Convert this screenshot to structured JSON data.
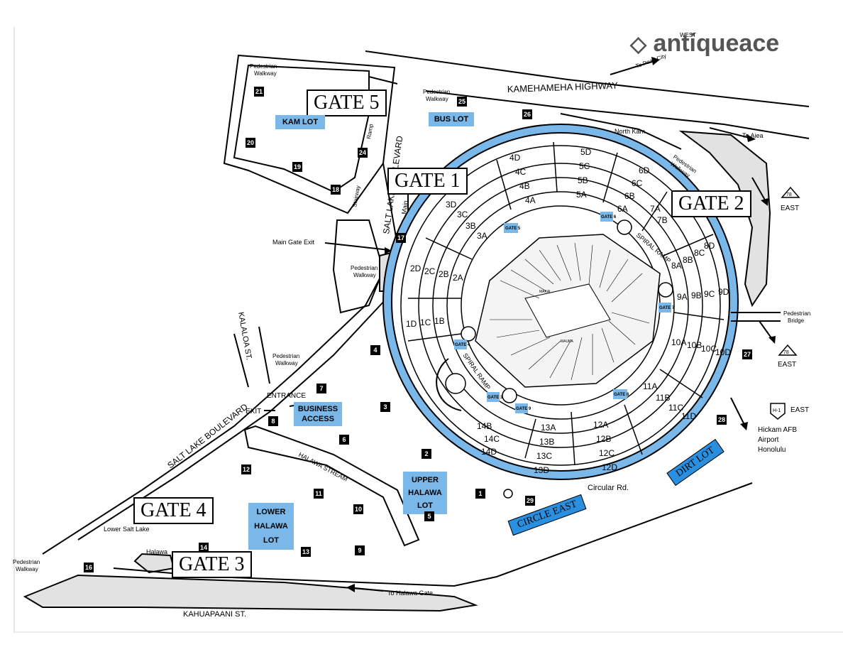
{
  "gates": {
    "gate1": "GATE 1",
    "gate2": "GATE 2",
    "gate3": "GATE 3",
    "gate4": "GATE 4",
    "gate5": "GATE 5"
  },
  "lots": {
    "kam": "KAM LOT",
    "bus": "BUS LOT",
    "business_access_1": "BUSINESS",
    "business_access_2": "ACCESS",
    "upper_halawa_1": "UPPER",
    "upper_halawa_2": "HALAWA",
    "upper_halawa_3": "LOT",
    "lower_halawa_1": "LOWER",
    "lower_halawa_2": "HALAWA",
    "lower_halawa_3": "LOT",
    "dirt": "DIRT LOT",
    "circle_east": "CIRCLE EAST"
  },
  "roads": {
    "kamehameha": "KAMEHAMEHA HIGHWAY",
    "salt_lake_upper": "SALT LAKE BOULEVARD",
    "salt_lake_lower": "SALT LAKE BOULEVARD",
    "kalaloa": "KALALOA ST.",
    "kahuapaani": "KAHUAPAANI ST.",
    "north_kam": "North Kam",
    "lower_salt_lake": "Lower Salt Lake",
    "halawa": "Halawa",
    "circular_rd": "Circular Rd.",
    "to_pearl": "To Pearl City",
    "to_aiea": "To Aiea",
    "to_halawa_gate": "To Halawa Gate",
    "stream": "HALAWA STREAM",
    "main": "Main"
  },
  "labels": {
    "ped_walkway_1": "Pedestrian",
    "ped_walkway_2": "Walkway",
    "ped_bridge_1": "Pedestrian",
    "ped_bridge_2": "Bridge",
    "main_gate_exit": "Main Gate Exit",
    "entrance": "ENTRANCE",
    "exit": "EXIT",
    "ramp": "Ramp",
    "stairway": "Stairway",
    "spiral_ramp": "SPIRAL RAMP",
    "east_78_a": "EAST",
    "east_78_b": "EAST",
    "route_78": "78",
    "h1": "H-1",
    "h1_east": "EAST",
    "hickam_1": "Hickam AFB",
    "hickam_2": "Airport",
    "hickam_3": "Honolulu",
    "west": "WEST",
    "makai": "MAKAI",
    "mauka": "MAUKA"
  },
  "watermark": "antiqueace",
  "lot_numbers": [
    "1",
    "2",
    "3",
    "4",
    "5",
    "6",
    "7",
    "8",
    "9",
    "10",
    "11",
    "12",
    "13",
    "14",
    "16",
    "17",
    "18",
    "19",
    "20",
    "21",
    "24",
    "25",
    "26",
    "27",
    "28",
    "29"
  ],
  "sections": {
    "top": [
      "4D",
      "4C",
      "4B",
      "4A",
      "5D",
      "5C",
      "5B",
      "5A",
      "6D",
      "6C",
      "6B",
      "6A",
      "7B",
      "7A"
    ],
    "left": [
      "3D",
      "3C",
      "3B",
      "3A",
      "2D",
      "2C",
      "2B",
      "2A",
      "1D",
      "1C",
      "1B"
    ],
    "right": [
      "8D",
      "8C",
      "8B",
      "8A",
      "9D",
      "9C",
      "9B",
      "9A",
      "10D",
      "10C",
      "10B",
      "10A",
      "11D",
      "11C",
      "11B",
      "11A"
    ],
    "bottom": [
      "14B",
      "14C",
      "14D",
      "13A",
      "13B",
      "13C",
      "13D",
      "12A",
      "12B",
      "12C",
      "12D"
    ]
  },
  "gate_tags": [
    "GATE 5",
    "GATE 6",
    "GATE 7",
    "GATE 8",
    "GATE 9",
    "GATE 4",
    "GATE 3"
  ],
  "colors": {
    "ring": "#7ab8ea",
    "lot_fill": "#7ab8ea",
    "dirt_lot": "#2b8fe0",
    "sand": "#e2e2e2"
  }
}
